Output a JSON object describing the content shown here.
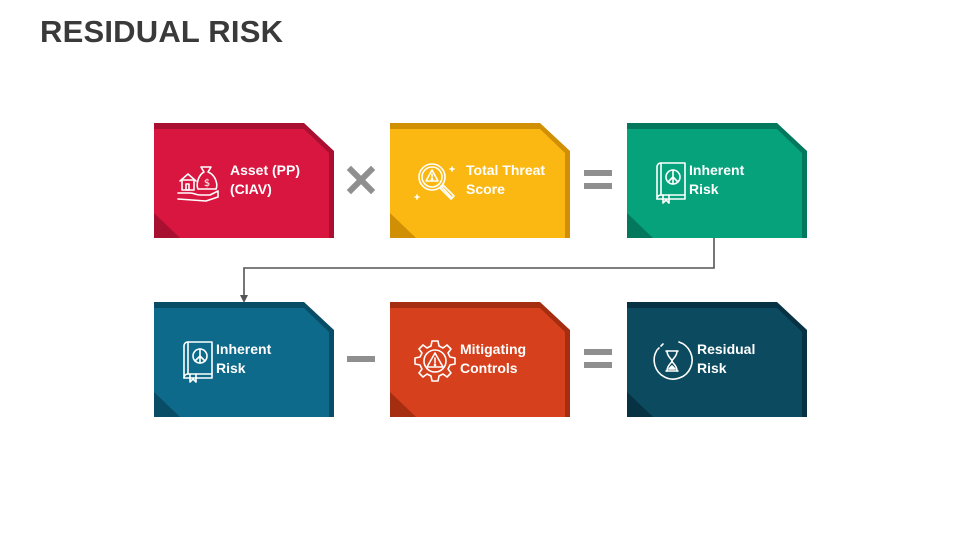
{
  "title": "RESIDUAL RISK",
  "cards": [
    {
      "label": "Asset (PP)\n(CIAV)",
      "icon": "money-bag-house-icon",
      "color": "#d9163f",
      "dark": "#a80f31"
    },
    {
      "label": "Total Threat\nScore",
      "icon": "search-warning-icon",
      "color": "#fbb813",
      "dark": "#d08f05"
    },
    {
      "label": "Inherent\nRisk",
      "icon": "peace-book-icon",
      "color": "#06a27c",
      "dark": "#04785c"
    },
    {
      "label": "Inherent\nRisk",
      "icon": "peace-book-icon",
      "color": "#0d6a8a",
      "dark": "#094c65"
    },
    {
      "label": "Mitigating\nControls",
      "icon": "gear-warning-icon",
      "color": "#d6401c",
      "dark": "#a52d10"
    },
    {
      "label": "Residual\nRisk",
      "icon": "hourglass-icon",
      "color": "#0c4a5f",
      "dark": "#063243"
    }
  ],
  "operators": [
    "multiply-icon",
    "equals-icon",
    "minus-icon",
    "equals-icon"
  ],
  "operator_color": "#8f8f8f"
}
